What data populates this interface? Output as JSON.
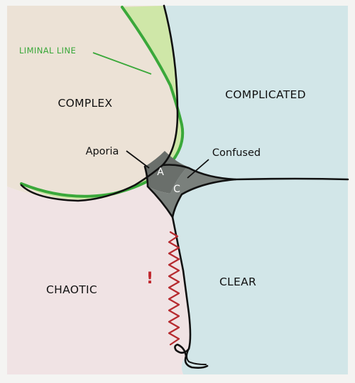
{
  "domains": {
    "complex": "COMPLEX",
    "complicated": "COMPLICATED",
    "chaotic": "CHAOTIC",
    "clear": "CLEAR"
  },
  "callouts": {
    "liminal_line": "LIMINAL LINE",
    "aporia": "Aporia",
    "confused": "Confused"
  },
  "center_markers": {
    "aporia_letter": "A",
    "confused_letter": "C"
  },
  "chaotic_marker": "!",
  "colors": {
    "complex_fill": "#ece2d6",
    "complicated_fill": "#d2e6e8",
    "chaotic_fill": "#f0e3e4",
    "clear_fill": "#d2e6e8",
    "liminal_fill": "#cfe7a8",
    "liminal_line": "#3aa83a",
    "center_fill": "#6f7570",
    "cliff_line": "#b62a2f",
    "boundary": "#111111"
  }
}
